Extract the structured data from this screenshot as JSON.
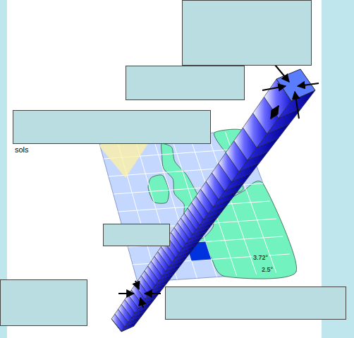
{
  "diagram": {
    "labels": [
      "sols",
      "3.72°",
      "2.5°"
    ]
  }
}
